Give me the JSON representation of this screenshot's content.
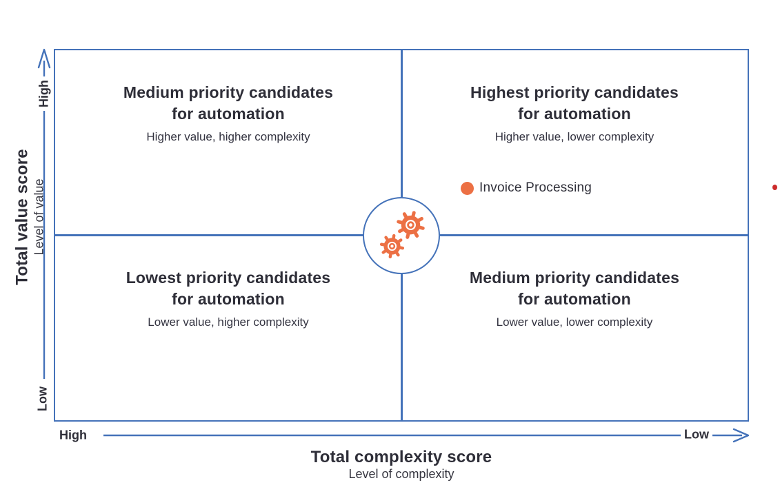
{
  "colors": {
    "line_blue": "#4472B9",
    "accent_orange": "#EC7044",
    "text_dark": "#2E2E38",
    "stray_dot_red": "#CC2B2B",
    "background": "#FFFFFF"
  },
  "y_axis": {
    "title": "Total value score",
    "subtitle": "Level of value",
    "top_label": "High",
    "bottom_label": "Low"
  },
  "x_axis": {
    "title": "Total complexity score",
    "subtitle": "Level of complexity",
    "left_label": "High",
    "right_label": "Low"
  },
  "quadrants": {
    "top_left": {
      "title_line1": "Medium priority candidates",
      "title_line2": "for automation",
      "subtitle": "Higher value, higher complexity"
    },
    "top_right": {
      "title_line1": "Highest priority candidates",
      "title_line2": "for automation",
      "subtitle": "Higher value, lower complexity"
    },
    "bottom_left": {
      "title_line1": "Lowest priority candidates",
      "title_line2": "for automation",
      "subtitle": "Lower value, higher complexity"
    },
    "bottom_right": {
      "title_line1": "Medium priority candidates",
      "title_line2": "for automation",
      "subtitle": "Lower value, lower complexity"
    }
  },
  "data_points": [
    {
      "label": "Invoice Processing",
      "quadrant": "top_right",
      "color": "#EC7044"
    }
  ],
  "center_icon": "automation-gears"
}
